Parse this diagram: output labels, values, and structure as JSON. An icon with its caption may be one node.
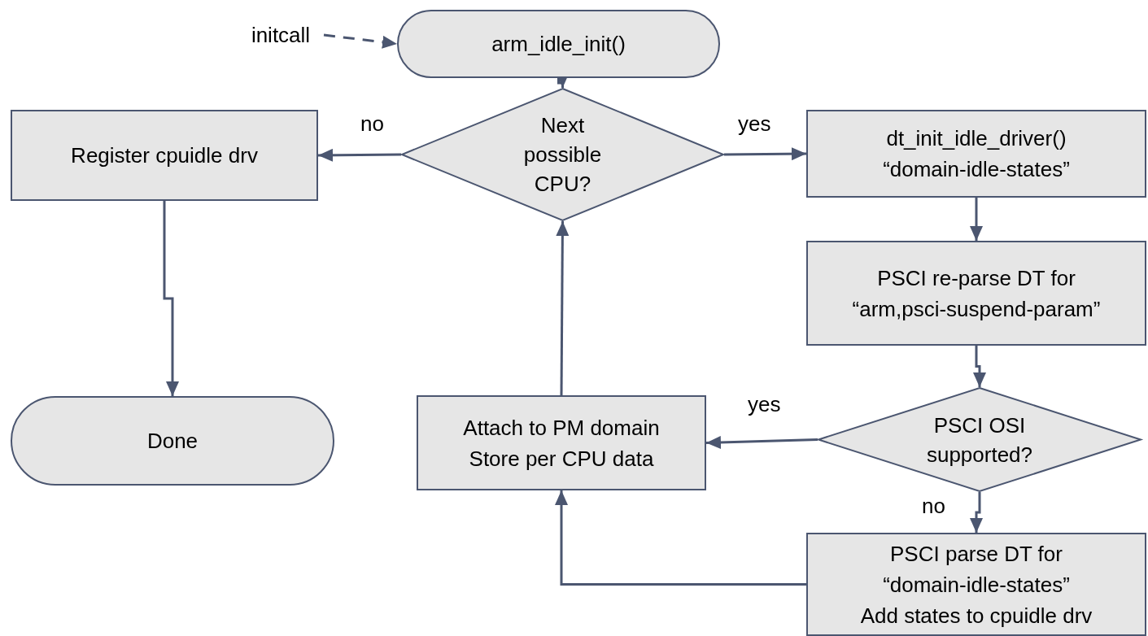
{
  "diagram": {
    "nodes": [
      {
        "text": [
          "initcall"
        ]
      },
      {
        "text": [
          "arm_idle_init()"
        ]
      },
      {
        "text": [
          "Next possible CPU?"
        ]
      },
      {
        "text": [
          "Register cpuidle drv"
        ]
      },
      {
        "text": [
          "dt_init_idle_driver()",
          "“domain-idle-states”"
        ]
      },
      {
        "text": [
          "PSCI re-parse DT for",
          "“arm,psci-suspend-param”"
        ]
      },
      {
        "text": [
          "PSCI OSI supported?"
        ]
      },
      {
        "text": [
          "Attach to PM domain",
          "Store per CPU data"
        ]
      },
      {
        "text": [
          "Done"
        ]
      },
      {
        "text": [
          "PSCI parse DT for",
          "“domain-idle-states”",
          "Add states to cpuidle drv"
        ]
      }
    ],
    "edges": [
      {
        "from": 0,
        "to": 1,
        "arrow": "to",
        "style": "dashed"
      },
      {
        "from": 1,
        "to": 2,
        "arrow": "to"
      },
      {
        "from": 2,
        "to": 3,
        "arrow": "to",
        "label": "no"
      },
      {
        "from": 2,
        "to": 4,
        "arrow": "to",
        "label": "yes"
      },
      {
        "from": 4,
        "to": 5,
        "arrow": "to"
      },
      {
        "from": 5,
        "to": 6,
        "arrow": "to"
      },
      {
        "from": 6,
        "to": 7,
        "arrow": "to",
        "label": "yes"
      },
      {
        "from": 6,
        "to": 9,
        "arrow": "to",
        "label": "no"
      },
      {
        "from": 9,
        "to": 7,
        "arrow": "to"
      },
      {
        "from": 7,
        "to": 2,
        "arrow": "to"
      },
      {
        "from": 3,
        "to": 8,
        "arrow": "to"
      }
    ]
  }
}
